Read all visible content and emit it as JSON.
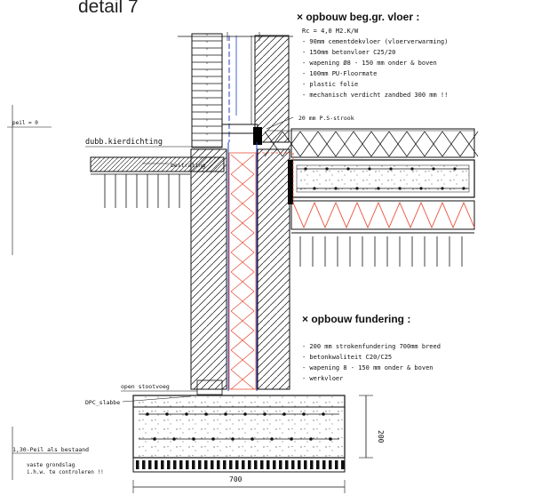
{
  "title": "detail 7",
  "floor": {
    "heading": "opbouw beg.gr. vloer :",
    "rc": "Rc = 4,0 M2.K/W",
    "items": [
      "- 90mm cementdekvloer (vloerverwarming)",
      "- 150mm betonvloer C25/20",
      "- wapening Ø8 - 150 mm onder & boven",
      "- 100mm PU-Floormate",
      "- plastic folie",
      "- mechanisch verdicht zandbed 300 mm !!"
    ]
  },
  "foundation": {
    "heading": "opbouw fundering :",
    "items": [
      "- 200 mm strokenfundering 700mm breed",
      "- betonkwaliteit C20/C25",
      "- wapening 8 - 150 mm onder & boven",
      "- werkvloer"
    ]
  },
  "labels": {
    "peil": "peil = 0",
    "ps_strook": "20 mm P.S-strook",
    "kierdichting": "dubb.kierdichting",
    "bestrating": "bestrating",
    "stootvoeg": "open stootvoeg",
    "dpc": "DPC_slabbe",
    "peil_bestaand": "1,30-Peil als bestaand",
    "grondslag1": "vaste grondslag",
    "grondslag2": "i.h.w. te controleren !!"
  },
  "dimensions": {
    "width": "700",
    "height": "200"
  },
  "colors": {
    "line": "#111111",
    "insulation": "#e8503a",
    "cavity": "#1f3fbf",
    "fill_dark": "#000000"
  }
}
